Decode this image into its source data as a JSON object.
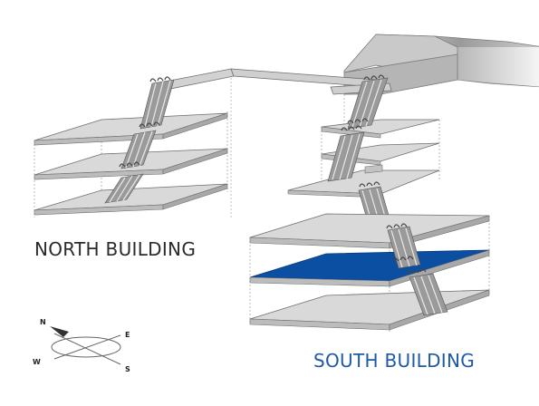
{
  "labels": {
    "north": "NORTH BUILDING",
    "south": "SOUTH BUILDING"
  },
  "compass": {
    "n": "N",
    "e": "E",
    "s": "S",
    "w": "W"
  },
  "colors": {
    "floor": "#d9d9d9",
    "floor_edge": "#6e6e6e",
    "highlight_floor": "#0b4fa3",
    "highlight_edge": "#083a78",
    "escalator": "#8a8a8a",
    "walkway": "#cfcfcf",
    "north_text": "#2b2b2b",
    "south_text": "#1e5aa8"
  },
  "highlighted_floor": "south-building floor 2",
  "icons": [
    "compass-icon",
    "escalator-icon"
  ]
}
